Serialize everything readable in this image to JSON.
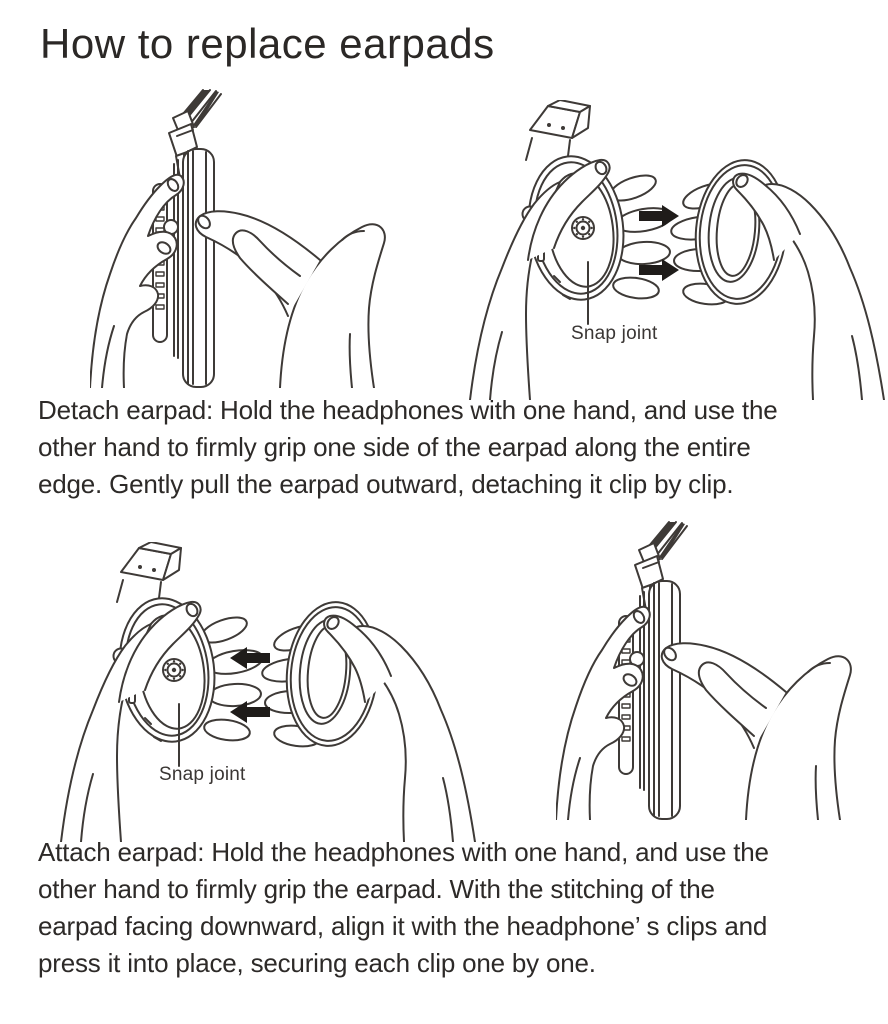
{
  "page": {
    "background": "#ffffff",
    "line_color": "#3e3a37",
    "arrow_color": "#1f1c1a",
    "text_color": "#2d2a28"
  },
  "title": "How to replace earpads",
  "figures": {
    "detach": {
      "left_illustration": "hands-holding-headphones-side-view",
      "right_illustration": "hand-holding-earcup-and-hand-holding-earpad",
      "arrow_direction": "right",
      "caption": "Snap joint"
    },
    "attach": {
      "left_illustration": "hand-holding-earcup-and-hand-holding-earpad",
      "arrow_direction": "left",
      "caption": "Snap joint",
      "right_illustration": "hands-holding-headphones-side-view"
    }
  },
  "paragraphs": {
    "detach": "Detach earpad: Hold the headphones with one hand, and use the\nother hand to firmly grip one side of the earpad along the entire\nedge. Gently pull the earpad outward, detaching it clip by clip.",
    "attach": "Attach earpad: Hold the headphones with one hand, and use the\nother hand to firmly grip the earpad. With the stitching of the\nearpad facing downward, align it with the headphone’ s clips and\npress it into place, securing each clip one by one."
  }
}
